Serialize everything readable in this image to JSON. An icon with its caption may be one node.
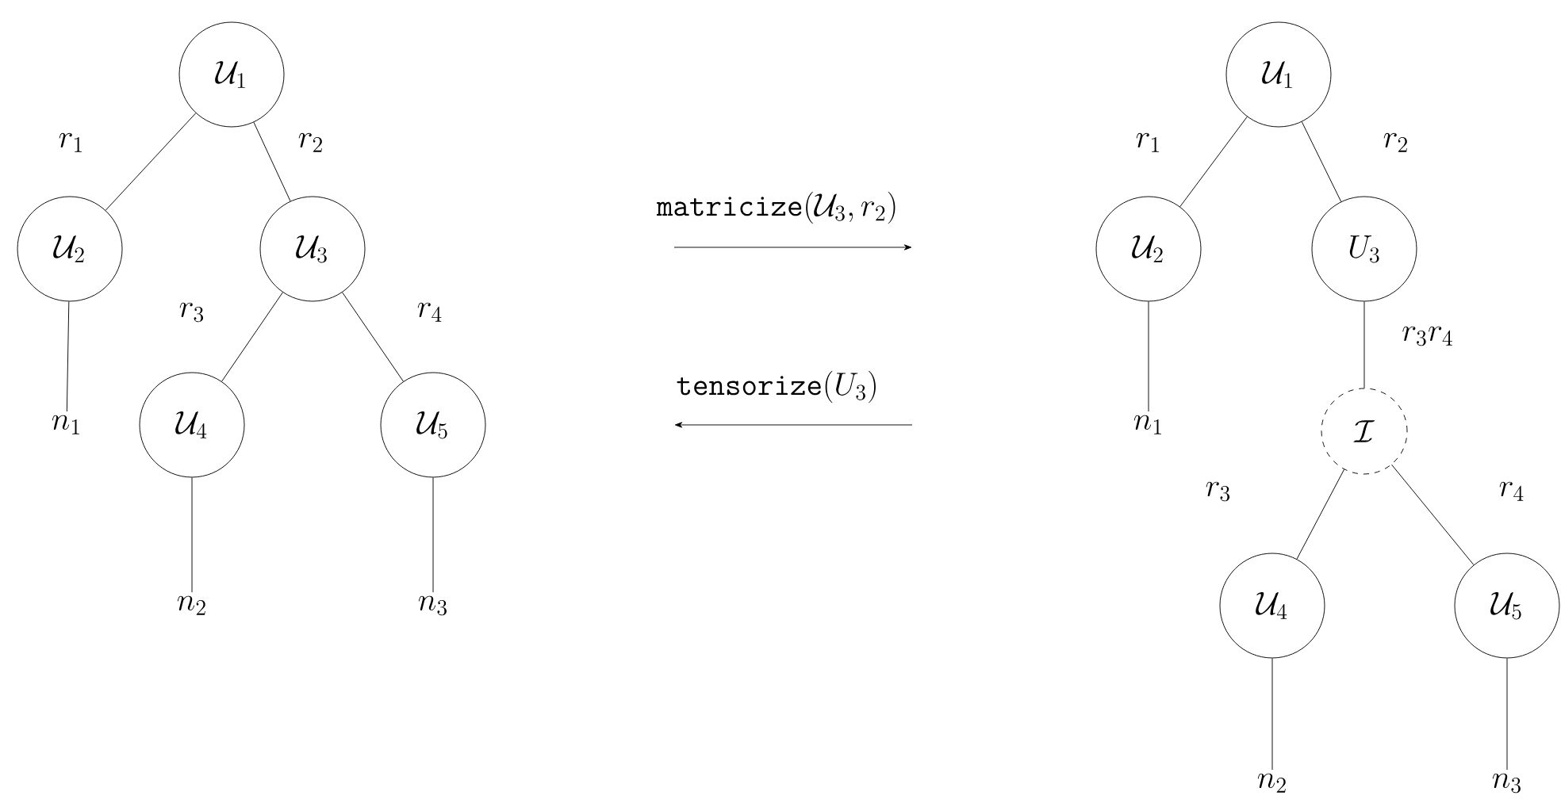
{
  "diagram": {
    "nodes": [
      {
        "text": [
          "\\mathcal{U}_1"
        ]
      },
      {
        "text": [
          "\\mathcal{U}_2"
        ]
      },
      {
        "text": [
          "\\mathcal{U}_3"
        ]
      },
      {
        "text": [
          "n_1"
        ]
      },
      {
        "text": [
          "\\mathcal{U}_4"
        ]
      },
      {
        "text": [
          "\\mathcal{U}_5"
        ]
      },
      {
        "text": [
          "n_2"
        ]
      },
      {
        "text": [
          "n_3"
        ]
      },
      {
        "text": [
          "\\mathcal{U}_1"
        ]
      },
      {
        "text": [
          "\\mathcal{U}_2"
        ]
      },
      {
        "text": [
          "U_3"
        ]
      },
      {
        "text": [
          "n_1"
        ]
      },
      {
        "text": [
          "\\mathcal{I}"
        ]
      },
      {
        "text": [
          "\\mathcal{U}_4"
        ]
      },
      {
        "text": [
          "\\mathcal{U}_5"
        ]
      },
      {
        "text": [
          "n_2"
        ]
      },
      {
        "text": [
          "n_3"
        ]
      }
    ],
    "edges": [
      {
        "from": 0,
        "to": 1,
        "arrow": "none",
        "label": "r_1"
      },
      {
        "from": 0,
        "to": 2,
        "arrow": "none",
        "label": "r_2"
      },
      {
        "from": 1,
        "to": 3,
        "arrow": "none"
      },
      {
        "from": 2,
        "to": 4,
        "arrow": "none",
        "label": "r_3"
      },
      {
        "from": 2,
        "to": 5,
        "arrow": "none",
        "label": "r_4"
      },
      {
        "from": 4,
        "to": 6,
        "arrow": "none"
      },
      {
        "from": 5,
        "to": 7,
        "arrow": "none"
      },
      {
        "from": 8,
        "to": 9,
        "arrow": "none",
        "label": "r_1"
      },
      {
        "from": 8,
        "to": 10,
        "arrow": "none",
        "label": "r_2"
      },
      {
        "from": 9,
        "to": 11,
        "arrow": "none"
      },
      {
        "from": 10,
        "to": 12,
        "arrow": "none",
        "label": "r_3r_4"
      },
      {
        "from": 12,
        "to": 13,
        "arrow": "none",
        "label": "r_3"
      },
      {
        "from": 12,
        "to": 14,
        "arrow": "none",
        "label": "r_4"
      },
      {
        "from": 13,
        "to": 15,
        "arrow": "none"
      },
      {
        "from": 14,
        "to": 16,
        "arrow": "none"
      }
    ],
    "labels": [
      "\\texttt{matricize}(\\mathcal{U}_3, r_2)",
      "\\texttt{tensorize}(U_3)"
    ]
  }
}
